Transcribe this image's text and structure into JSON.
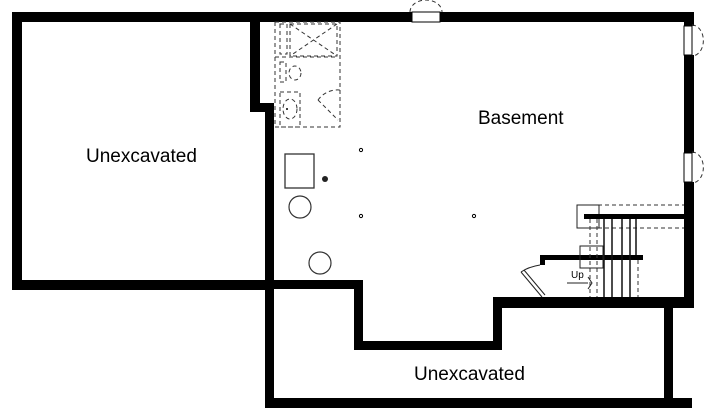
{
  "plan": {
    "rooms": [
      {
        "id": "unexcavated-left",
        "label": "Unexcavated"
      },
      {
        "id": "basement",
        "label": "Basement"
      },
      {
        "id": "unexcavated-bottom",
        "label": "Unexcavated"
      }
    ],
    "stairs": {
      "direction_label": "Up"
    },
    "colors": {
      "wall": "#000000",
      "background": "#ffffff",
      "fixture_line": "#333333"
    }
  }
}
